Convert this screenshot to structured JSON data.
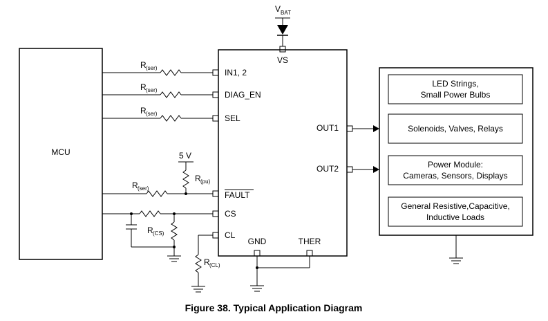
{
  "caption": "Figure 38.  Typical Application Diagram",
  "mcu": {
    "label": "MCU"
  },
  "supply": {
    "main": "V",
    "sub": "BAT",
    "pin": "VS"
  },
  "ic_pins_left": [
    "IN1, 2",
    "DIAG_EN",
    "SEL",
    "FAULT",
    "CS",
    "CL"
  ],
  "ic_pins_right": [
    "OUT1",
    "OUT2"
  ],
  "ic_pins_bottom": [
    "GND",
    "THER"
  ],
  "resistor_labels": [
    {
      "main": "R",
      "sub": "(ser)"
    },
    {
      "main": "R",
      "sub": "(ser)"
    },
    {
      "main": "R",
      "sub": "(ser)"
    },
    {
      "main": "R",
      "sub": "(ser)"
    },
    {
      "main": "R",
      "sub": "(pu)"
    },
    {
      "main": "R",
      "sub": "(CS)"
    },
    {
      "main": "R",
      "sub": "(CL)"
    }
  ],
  "pullup_voltage": "5 V",
  "loads": [
    [
      "LED Strings,",
      "Small Power Bulbs"
    ],
    [
      "Solenoids, Valves, Relays"
    ],
    [
      "Power Module:",
      "Cameras, Sensors, Displays"
    ],
    [
      "General Resistive,Capacitive,",
      "Inductive Loads"
    ]
  ],
  "colors": {
    "panel_fill": "#ddeed6",
    "line": "#000000"
  }
}
